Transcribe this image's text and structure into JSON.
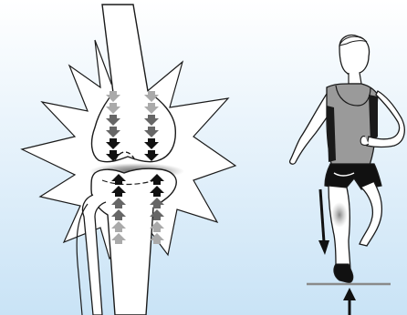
{
  "colors": {
    "background_top": "#ffffff",
    "background_bottom": "#c9e3f6",
    "burst_fill": "#ffffff",
    "outline": "#1a1a1a",
    "arrow_dark": "#111111",
    "arrow_mid": "#666666",
    "arrow_light": "#aaaaaa",
    "stress_shade": "#888888",
    "singlet": "#9a9a9a",
    "ground_line": "#8a8a8a"
  },
  "figures": {
    "left": {
      "subject": "knee-joint",
      "icons": [
        "burst-shape",
        "femur-bone",
        "tibia-bone",
        "fibula-bone",
        "compression-arrows"
      ]
    },
    "right": {
      "subject": "runner",
      "icons": [
        "runner-figure",
        "downward-force-arrow",
        "ground-reaction-arrow",
        "ground-line",
        "knee-stress-highlight"
      ]
    }
  }
}
